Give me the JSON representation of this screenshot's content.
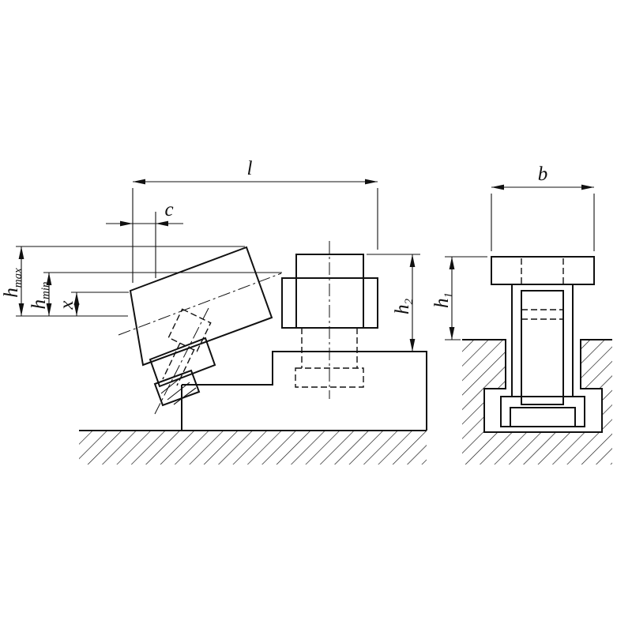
{
  "dimensions": {
    "l": {
      "label": "l"
    },
    "c": {
      "label": "c"
    },
    "b": {
      "label": "b"
    },
    "x": {
      "label": "x"
    },
    "h_max": {
      "base": "h",
      "sub": "max"
    },
    "h_min": {
      "base": "h",
      "sub": "min"
    },
    "h2": {
      "base": "h",
      "sub": "2"
    },
    "h1": {
      "base": "h",
      "sub": "1"
    }
  },
  "colors": {
    "ink": "#111111",
    "paper": "#ffffff"
  }
}
